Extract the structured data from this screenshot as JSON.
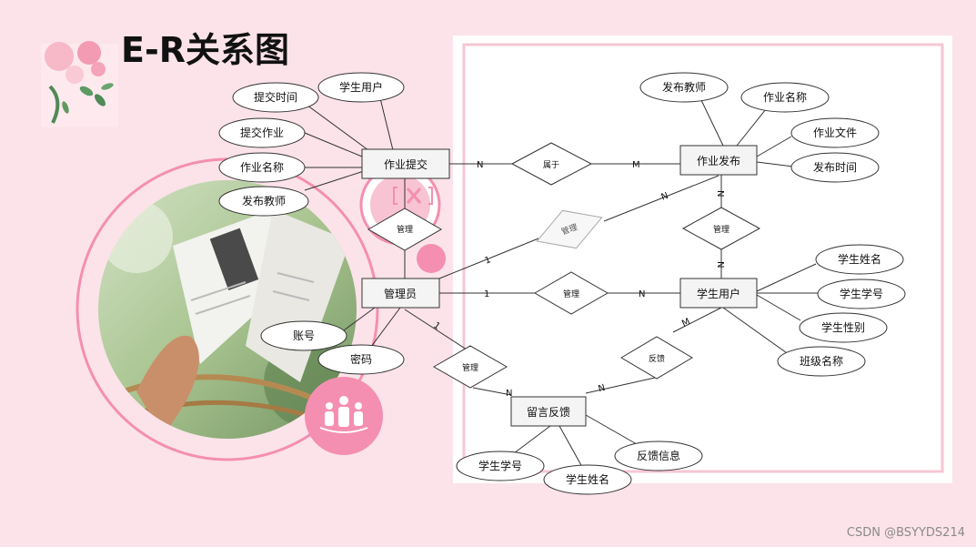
{
  "title": "E-R关系图",
  "watermark": "CSDN @BSYYDS214",
  "icons": [
    "flower-decoration-icon",
    "photo-reading-book",
    "team-people-icon",
    "close-icon"
  ],
  "colors": {
    "background": "#fbe3e9",
    "accent": "#f48fb1",
    "entity_fill": "#f4f4f4"
  },
  "entities": {
    "assignment_submit": "作业提交",
    "assignment_publish": "作业发布",
    "admin": "管理员",
    "student": "学生用户",
    "feedback_msg": "留言反馈"
  },
  "relationships": {
    "belongs": "属于",
    "manage_admin_student": "管理",
    "manage_admin_publish": "管理",
    "manage_publish_student": "管理",
    "manage_admin_submit": "管理",
    "manage_admin_feedback": "管理",
    "feedback": "反馈"
  },
  "attributes": {
    "submit_time": "提交时间",
    "submit_student": "学生用户",
    "submit_work": "提交作业",
    "submit_name": "作业名称",
    "submit_teacher": "发布教师",
    "publish_teacher": "发布教师",
    "publish_name": "作业名称",
    "publish_file": "作业文件",
    "publish_time": "发布时间",
    "student_name": "学生姓名",
    "student_id": "学生学号",
    "student_gender": "学生性别",
    "student_class": "班级名称",
    "admin_account": "账号",
    "admin_password": "密码",
    "fb_student_id": "学生学号",
    "fb_student_name": "学生姓名",
    "fb_info": "反馈信息"
  },
  "cardinalities": {
    "n": "N",
    "m": "M",
    "one": "1"
  }
}
